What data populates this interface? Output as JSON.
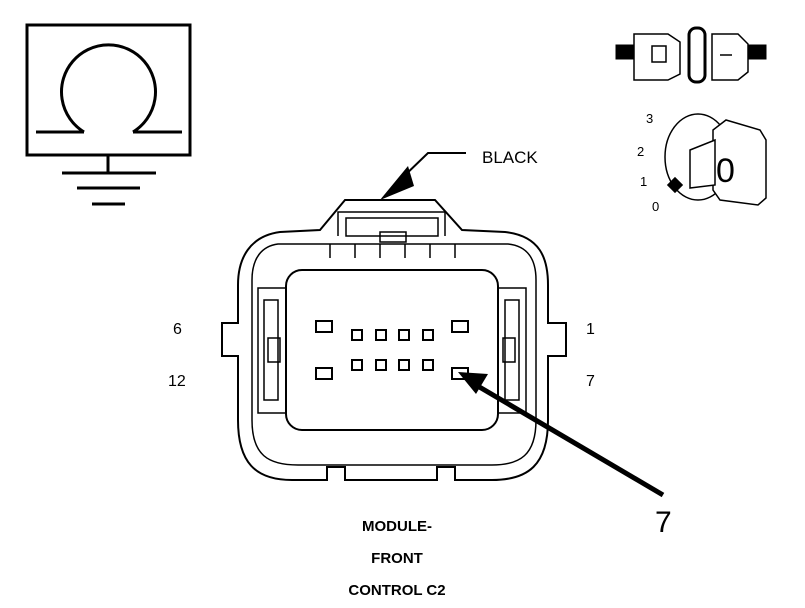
{
  "connector": {
    "color_label": "BLACK",
    "title_lines": [
      "MODULE-",
      "FRONT",
      "CONTROL C2"
    ]
  },
  "pins": {
    "top_left": "6",
    "bottom_left": "12",
    "top_right": "1",
    "bottom_right": "7",
    "callout": "7"
  },
  "ignition_key": {
    "positions": [
      "3",
      "2",
      "1",
      "0"
    ],
    "current": "0"
  },
  "icons": {
    "ohmmeter": "ohmmeter-ground-icon",
    "disconnect": "connector-disconnect-icon",
    "ignition": "ignition-key-icon"
  }
}
